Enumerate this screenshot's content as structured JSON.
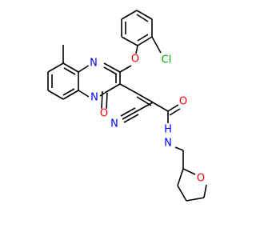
{
  "molecule": {
    "atoms": {
      "cl": "Cl",
      "o_ether": "O",
      "n_top": "N",
      "n_ring": "N",
      "o_keto": "O",
      "n_nitrile": "N",
      "o_amide": "O",
      "n_amide": "N",
      "h_amide": "H",
      "o_thf": "O"
    },
    "colors": {
      "bond": "#000000",
      "chlorine": "#00aa00",
      "oxygen": "#ff0000",
      "nitrogen": "#0000ff",
      "hydrogen": "#0000ff"
    }
  }
}
